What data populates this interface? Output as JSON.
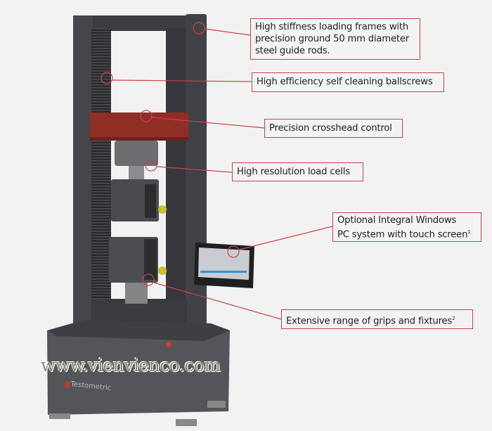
{
  "callouts": [
    {
      "id": "frames",
      "lines": [
        "High stiffness loading frames with",
        "precision ground 50 mm diameter",
        "steel guide rods."
      ]
    },
    {
      "id": "ballscrews",
      "text": "High efficiency self cleaning ballscrews"
    },
    {
      "id": "crosshead",
      "text": "Precision crosshead control"
    },
    {
      "id": "loadcells",
      "text": "High resolution load cells"
    },
    {
      "id": "pc",
      "lines": [
        "Optional Integral Windows",
        "PC system with touch screen"
      ],
      "sup": "1"
    },
    {
      "id": "grips",
      "text": "Extensive range of grips and fixtures",
      "sup": "2"
    }
  ],
  "watermark": "www.vienvienco.com",
  "brand": "Testometric",
  "colors": {
    "accent": "#c8424f",
    "crosshead": "#8e2e25",
    "frame": "#3a3b3d",
    "background": "#f2f2f2"
  }
}
